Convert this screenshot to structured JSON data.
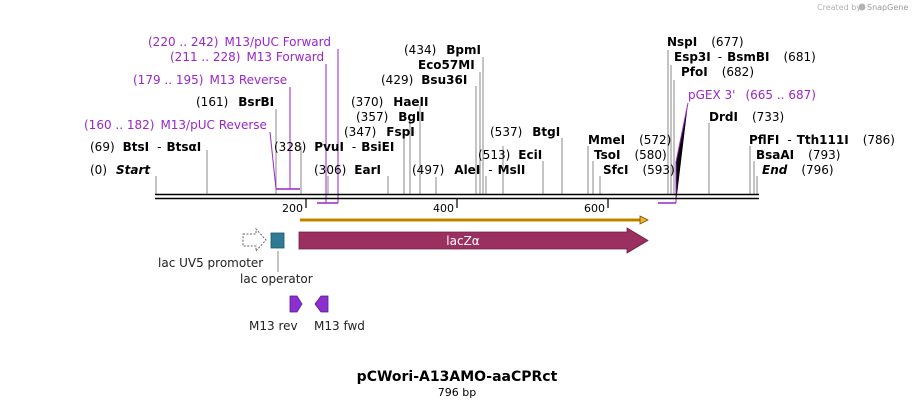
{
  "credit": {
    "text": "Created by",
    "brand": "SnapGene"
  },
  "plasmid": {
    "name": "pCWori-A13AMO-aaCPRct",
    "length": "796 bp"
  },
  "ruler": {
    "ticks": [
      "200",
      "400",
      "600"
    ]
  },
  "enzymes": {
    "start": {
      "pos": "(0)",
      "name": "Start"
    },
    "bts": {
      "pos": "(69)",
      "name1": "BtsI",
      "sep": "-",
      "name2": "BtsαI"
    },
    "bsrbi": {
      "pos": "(161)",
      "name": "BsrBI"
    },
    "pvui": {
      "pos": "(328)",
      "name1": "PvuI",
      "sep": "-",
      "name2": "BsiEI"
    },
    "eari": {
      "pos": "(306)",
      "name": "EarI"
    },
    "fspi": {
      "pos": "(347)",
      "name": "FspI"
    },
    "bgli": {
      "pos": "(357)",
      "name": "BglI"
    },
    "haeii": {
      "pos": "(370)",
      "name": "HaeII"
    },
    "bsu36i": {
      "pos": "(429)",
      "name": "Bsu36I"
    },
    "eco57mi": {
      "name": "Eco57MI"
    },
    "bpmi": {
      "pos": "(434)",
      "name": "BpmI"
    },
    "alei": {
      "pos": "(497)",
      "name1": "AleI",
      "sep": "-",
      "name2": "MslI"
    },
    "ecii": {
      "pos": "(513)",
      "name": "EciI"
    },
    "btgi": {
      "pos": "(537)",
      "name": "BtgI"
    },
    "mmei": {
      "name": "MmeI",
      "pos": "(572)"
    },
    "tsoi": {
      "name": "TsoI",
      "pos": "(580)"
    },
    "sfci": {
      "name": "SfcI",
      "pos": "(593)"
    },
    "nspi": {
      "name": "NspI",
      "pos": "(677)"
    },
    "esp3i": {
      "name1": "Esp3I",
      "sep": "-",
      "name2": "BsmBI",
      "pos": "(681)"
    },
    "pfoi": {
      "name": "PfoI",
      "pos": "(682)"
    },
    "drdi": {
      "name": "DrdI",
      "pos": "(733)"
    },
    "pflfi": {
      "name1": "PflFI",
      "sep": "-",
      "name2": "Tth111I",
      "pos": "(786)"
    },
    "bsaai": {
      "name": "BsaAI",
      "pos": "(793)"
    },
    "end": {
      "name": "End",
      "pos": "(796)"
    }
  },
  "primers": {
    "m13puc_fwd": {
      "range": "(220 .. 242)",
      "name": "M13/pUC Forward"
    },
    "m13_fwd": {
      "range": "(211 .. 228)",
      "name": "M13 Forward"
    },
    "m13_rev": {
      "range": "(179 .. 195)",
      "name": "M13 Reverse"
    },
    "m13puc_rev": {
      "range": "(160 .. 182)",
      "name": "M13/pUC Reverse"
    },
    "pgex3": {
      "name": "pGEX 3'",
      "range": "(665 .. 687)"
    }
  },
  "features": {
    "lacza": "lacZα",
    "lacuv5": "lac UV5 promoter",
    "lacop": "lac operator",
    "m13rev": "M13 rev",
    "m13fwd": "M13 fwd"
  },
  "colors": {
    "primer": "#9a26c9",
    "lacZ": "#9b2f5f",
    "operator": "#2f7b95",
    "orf": "#f0b428",
    "m13_site": "#8b2fd1"
  }
}
